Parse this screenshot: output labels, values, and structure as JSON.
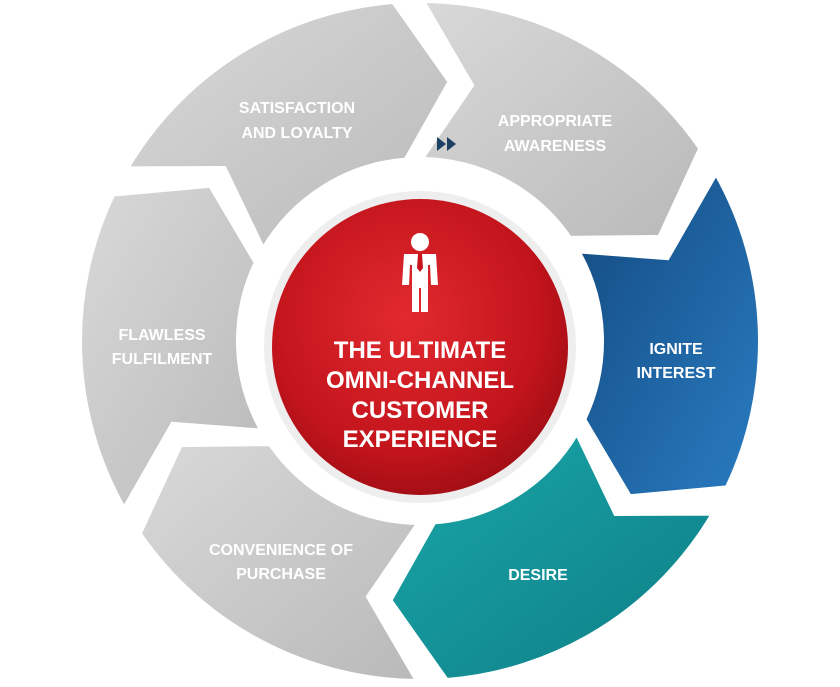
{
  "center": {
    "title_lines": [
      "THE ULTIMATE",
      "OMNI-CHANNEL",
      "CUSTOMER",
      "EXPERIENCE"
    ],
    "icon": "person-icon",
    "color": "#c8151d"
  },
  "segments": [
    {
      "id": "awareness",
      "lines": [
        "APPROPRIATE",
        "AWARENESS"
      ],
      "color": "#cfcfcf",
      "text_color": "#ffffff",
      "marker": "fast-forward-icon"
    },
    {
      "id": "interest",
      "lines": [
        "IGNITE",
        "INTEREST"
      ],
      "color": "#1f64a5",
      "text_color": "#ffffff"
    },
    {
      "id": "desire",
      "lines": [
        "DESIRE"
      ],
      "color": "#159499",
      "text_color": "#ffffff"
    },
    {
      "id": "convenience",
      "lines": [
        "CONVENIENCE OF",
        "PURCHASE"
      ],
      "color": "#c9c9c9",
      "text_color": "#ffffff"
    },
    {
      "id": "fulfilment",
      "lines": [
        "FLAWLESS",
        "FULFILMENT"
      ],
      "color": "#c9c9c9",
      "text_color": "#ffffff"
    },
    {
      "id": "satisfaction",
      "lines": [
        "SATISFACTION",
        "AND LOYALTY"
      ],
      "color": "#c9c9c9",
      "text_color": "#ffffff"
    }
  ],
  "marker_color": "#1d3f63"
}
